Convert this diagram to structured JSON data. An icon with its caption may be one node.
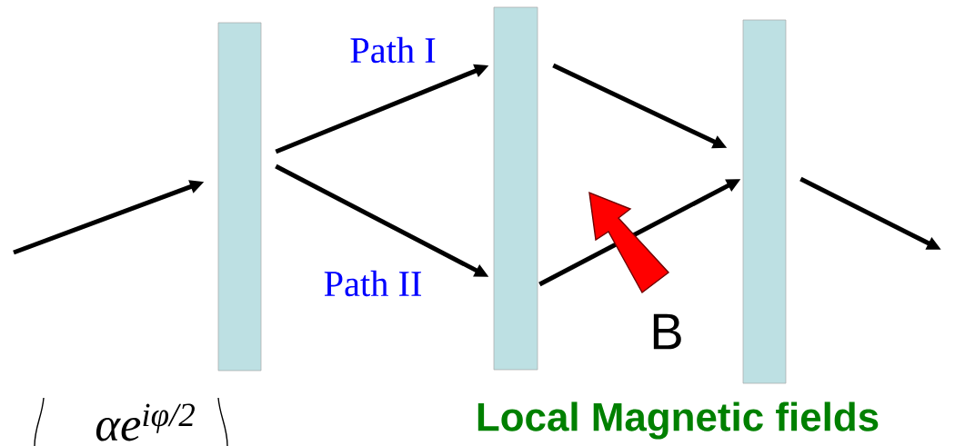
{
  "diagram": {
    "nodes": [
      {
        "text": [],
        "shape": "bar"
      },
      {
        "text": [],
        "shape": "bar"
      },
      {
        "text": [],
        "shape": "bar"
      }
    ],
    "edges": [
      {
        "from": null,
        "to": 0,
        "arrow": "to"
      },
      {
        "from": 0,
        "to": 1,
        "arrow": "to",
        "label": "Path I"
      },
      {
        "from": 0,
        "to": 1,
        "arrow": "to",
        "label": "Path II"
      },
      {
        "from": 1,
        "to": 2,
        "arrow": "to"
      },
      {
        "from": 1,
        "to": 2,
        "arrow": "to"
      },
      {
        "from": 2,
        "to": null,
        "arrow": "to"
      }
    ],
    "labels": [
      "B",
      "αe$^{iφ/2}$",
      "Local Magnetic fields"
    ]
  }
}
